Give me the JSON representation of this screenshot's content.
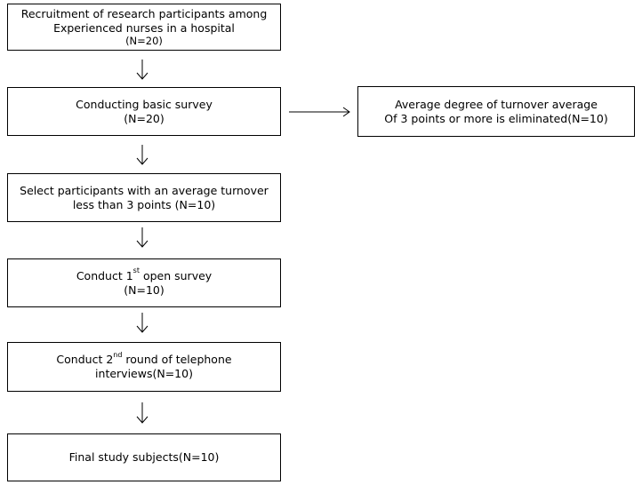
{
  "steps": {
    "recruit": {
      "line1": "Recruitment of research participants among",
      "line2": "Experienced nurses in a hospital",
      "line3": "(N=20)"
    },
    "basic": {
      "line1": "Conducting basic survey",
      "line2": "(N=20)"
    },
    "eliminated": {
      "line1": "Average degree of turnover average",
      "line2": "Of 3 points or more is eliminated(N=10)"
    },
    "select": {
      "line1": "Select participants with an average turnover",
      "line2": "less than 3 points (N=10)"
    },
    "open": {
      "pre": "Conduct 1",
      "sup": "st",
      "post": " open survey",
      "line2": "(N=10)"
    },
    "phone": {
      "pre": "Conduct 2",
      "sup": "nd",
      "post": " round of telephone",
      "line2": "interviews(N=10)"
    },
    "final": {
      "line1": "Final study subjects(N=10)"
    }
  }
}
